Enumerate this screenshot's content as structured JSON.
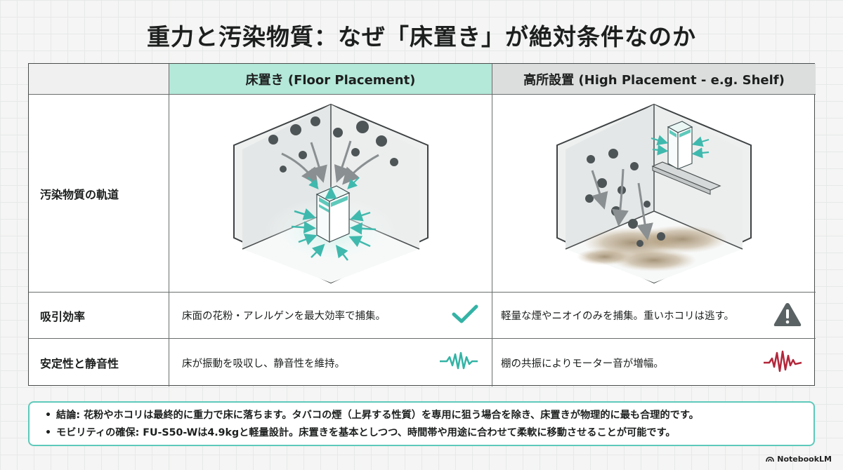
{
  "title": "重力と汚染物質：なぜ「床置き」が絶対条件なのか",
  "table": {
    "columns": {
      "floor": "床置き (Floor Placement)",
      "high": "高所設置 (High Placement - e.g. Shelf)"
    },
    "rows": [
      {
        "label": "汚染物質の軌道",
        "floor_text": "",
        "high_text": ""
      },
      {
        "label": "吸引効率",
        "floor_text": "床面の花粉・アレルゲンを最大効率で捕集。",
        "floor_icon": "check-icon",
        "high_text": "軽量な煙やニオイのみを捕集。重いホコリは逃す。",
        "high_icon": "warning-icon"
      },
      {
        "label": "安定性と静音性",
        "floor_text": "床が振動を吸収し、静音性を維持。",
        "floor_icon": "calm-wave-icon",
        "high_text": "棚の共振によりモーター音が増幅。",
        "high_icon": "noisy-wave-icon"
      }
    ]
  },
  "notes": [
    "結論: 花粉やホコリは最終的に重力で床に落ちます。タバコの煙（上昇する性質）を専用に狙う場合を除き、床置きが物理的に最も合理的です。",
    "モビリティの確保: FU-S50-Wは4.9kgと軽量設計。床置きを基本としつつ、時間帯や用途に合わせて柔軟に移動させることが可能です。"
  ],
  "brand": "NotebookLM",
  "colors": {
    "teal": "#33b3a5",
    "floor_header": "#b4e8d8",
    "high_header": "#dcdede",
    "warning": "#5a6264",
    "noise": "#b3263a",
    "note_border": "#5ec9bb"
  }
}
